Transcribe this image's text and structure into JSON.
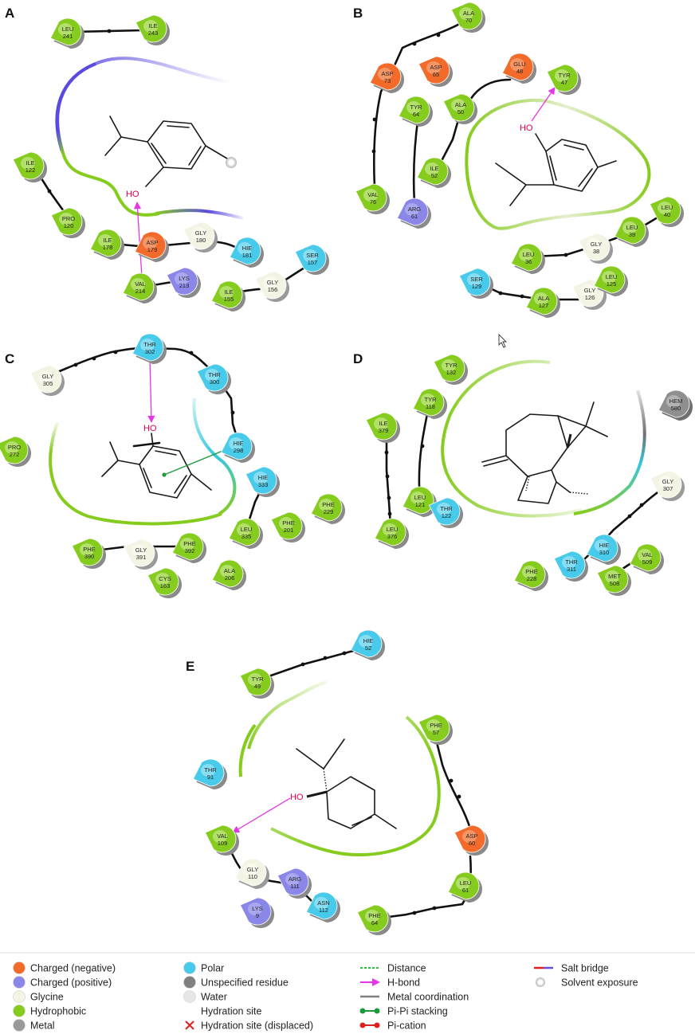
{
  "panels": {
    "A": {
      "letter": "A",
      "ho_label": "HO",
      "residues": [
        {
          "key": "leu241",
          "name": "LEU",
          "num": "241",
          "type": "hydrophobic"
        },
        {
          "key": "ile243",
          "name": "ILE",
          "num": "243",
          "type": "hydrophobic"
        },
        {
          "key": "ile122",
          "name": "ILE",
          "num": "122",
          "type": "hydrophobic"
        },
        {
          "key": "pro120",
          "name": "PRO",
          "num": "120",
          "type": "hydrophobic"
        },
        {
          "key": "ile178",
          "name": "ILE",
          "num": "178",
          "type": "hydrophobic"
        },
        {
          "key": "asp179",
          "name": "ASP",
          "num": "179",
          "type": "negative"
        },
        {
          "key": "gly180",
          "name": "GLY",
          "num": "180",
          "type": "glycine"
        },
        {
          "key": "hie181",
          "name": "HIE",
          "num": "181",
          "type": "polar"
        },
        {
          "key": "ser157",
          "name": "SER",
          "num": "157",
          "type": "polar"
        },
        {
          "key": "val214",
          "name": "VAL",
          "num": "214",
          "type": "hydrophobic"
        },
        {
          "key": "lys213",
          "name": "LYS",
          "num": "213",
          "type": "positive"
        },
        {
          "key": "ile155",
          "name": "ILE",
          "num": "155",
          "type": "hydrophobic"
        },
        {
          "key": "gly156",
          "name": "GLY",
          "num": "156",
          "type": "glycine"
        }
      ]
    },
    "B": {
      "letter": "B",
      "ho_label": "HO",
      "residues": [
        {
          "key": "ala70",
          "name": "ALA",
          "num": "70",
          "type": "hydrophobic"
        },
        {
          "key": "asp73",
          "name": "ASP",
          "num": "73",
          "type": "negative"
        },
        {
          "key": "asp65",
          "name": "ASP",
          "num": "65",
          "type": "negative"
        },
        {
          "key": "glu48",
          "name": "GLU",
          "num": "48",
          "type": "negative"
        },
        {
          "key": "tyr47",
          "name": "TYR",
          "num": "47",
          "type": "hydrophobic"
        },
        {
          "key": "tyr64",
          "name": "TYR",
          "num": "64",
          "type": "hydrophobic"
        },
        {
          "key": "ala50",
          "name": "ALA",
          "num": "50",
          "type": "hydrophobic"
        },
        {
          "key": "ile52",
          "name": "ILE",
          "num": "52",
          "type": "hydrophobic"
        },
        {
          "key": "val76",
          "name": "VAL",
          "num": "76",
          "type": "hydrophobic"
        },
        {
          "key": "arg61",
          "name": "ARG",
          "num": "61",
          "type": "positive"
        },
        {
          "key": "leu40",
          "name": "LEU",
          "num": "40",
          "type": "hydrophobic"
        },
        {
          "key": "leu39",
          "name": "LEU",
          "num": "39",
          "type": "hydrophobic"
        },
        {
          "key": "gly38",
          "name": "GLY",
          "num": "38",
          "type": "glycine"
        },
        {
          "key": "leu36",
          "name": "LEU",
          "num": "36",
          "type": "hydrophobic"
        },
        {
          "key": "ser129",
          "name": "SER",
          "num": "129",
          "type": "polar"
        },
        {
          "key": "ala127",
          "name": "ALA",
          "num": "127",
          "type": "hydrophobic"
        },
        {
          "key": "gly126",
          "name": "GLY",
          "num": "126",
          "type": "glycine"
        },
        {
          "key": "leu125",
          "name": "LEU",
          "num": "125",
          "type": "hydrophobic"
        }
      ]
    },
    "C": {
      "letter": "C",
      "ho_label": "HO",
      "residues": [
        {
          "key": "thr302",
          "name": "THR",
          "num": "302",
          "type": "polar"
        },
        {
          "key": "gly305",
          "name": "GLY",
          "num": "305",
          "type": "glycine"
        },
        {
          "key": "thr300",
          "name": "THR",
          "num": "300",
          "type": "polar"
        },
        {
          "key": "pro272",
          "name": "PRO",
          "num": "272",
          "type": "hydrophobic"
        },
        {
          "key": "hie298",
          "name": "HIE",
          "num": "298",
          "type": "polar"
        },
        {
          "key": "hie333",
          "name": "HIE",
          "num": "333",
          "type": "polar"
        },
        {
          "key": "phe229",
          "name": "PHE",
          "num": "229",
          "type": "hydrophobic"
        },
        {
          "key": "phe201",
          "name": "PHE",
          "num": "201",
          "type": "hydrophobic"
        },
        {
          "key": "leu335",
          "name": "LEU",
          "num": "335",
          "type": "hydrophobic"
        },
        {
          "key": "phe390",
          "name": "PHE",
          "num": "390",
          "type": "hydrophobic"
        },
        {
          "key": "gly391",
          "name": "GLY",
          "num": "391",
          "type": "glycine"
        },
        {
          "key": "phe392",
          "name": "PHE",
          "num": "392",
          "type": "hydrophobic"
        },
        {
          "key": "cys163",
          "name": "CYS",
          "num": "163",
          "type": "hydrophobic"
        },
        {
          "key": "ala206",
          "name": "ALA",
          "num": "206",
          "type": "hydrophobic"
        }
      ]
    },
    "D": {
      "letter": "D",
      "residues": [
        {
          "key": "tyr132",
          "name": "TYR",
          "num": "132",
          "type": "hydrophobic"
        },
        {
          "key": "tyr118",
          "name": "TYR",
          "num": "118",
          "type": "hydrophobic"
        },
        {
          "key": "ile379",
          "name": "ILE",
          "num": "379",
          "type": "hydrophobic"
        },
        {
          "key": "hem580",
          "name": "HEM",
          "num": "580",
          "type": "unspecified"
        },
        {
          "key": "gly307",
          "name": "GLY",
          "num": "307",
          "type": "glycine"
        },
        {
          "key": "leu121",
          "name": "LEU",
          "num": "121",
          "type": "hydrophobic"
        },
        {
          "key": "thr122",
          "name": "THR",
          "num": "122",
          "type": "polar"
        },
        {
          "key": "leu376",
          "name": "LEU",
          "num": "376",
          "type": "hydrophobic"
        },
        {
          "key": "hie310",
          "name": "HIE",
          "num": "310",
          "type": "polar"
        },
        {
          "key": "thr311",
          "name": "THR",
          "num": "311",
          "type": "polar"
        },
        {
          "key": "val509",
          "name": "VAL",
          "num": "509",
          "type": "hydrophobic"
        },
        {
          "key": "met508",
          "name": "MET",
          "num": "508",
          "type": "hydrophobic"
        },
        {
          "key": "phe228",
          "name": "PHE",
          "num": "228",
          "type": "hydrophobic"
        }
      ]
    },
    "E": {
      "letter": "E",
      "ho_label": "HO",
      "residues": [
        {
          "key": "hie52",
          "name": "HIE",
          "num": "52",
          "type": "polar"
        },
        {
          "key": "tyr49",
          "name": "TYR",
          "num": "49",
          "type": "hydrophobic"
        },
        {
          "key": "phe57",
          "name": "PHE",
          "num": "57",
          "type": "hydrophobic"
        },
        {
          "key": "thr91",
          "name": "THR",
          "num": "91",
          "type": "polar"
        },
        {
          "key": "val109",
          "name": "VAL",
          "num": "109",
          "type": "hydrophobic"
        },
        {
          "key": "gly110",
          "name": "GLY",
          "num": "110",
          "type": "glycine"
        },
        {
          "key": "arg111",
          "name": "ARG",
          "num": "111",
          "type": "positive"
        },
        {
          "key": "asp60",
          "name": "ASP",
          "num": "60",
          "type": "negative"
        },
        {
          "key": "leu61",
          "name": "LEU",
          "num": "61",
          "type": "hydrophobic"
        },
        {
          "key": "lys9",
          "name": "LYS",
          "num": "9",
          "type": "positive"
        },
        {
          "key": "asn112",
          "name": "ASN",
          "num": "112",
          "type": "polar"
        },
        {
          "key": "phe64",
          "name": "PHE",
          "num": "64",
          "type": "hydrophobic"
        }
      ]
    }
  },
  "residue_colors": {
    "negative": {
      "fill": "#f26b2a",
      "light": "#f7a880",
      "shadow": "#8a8a8a"
    },
    "positive": {
      "fill": "#8a87e8",
      "light": "#b7b5f2",
      "shadow": "#8a8a8a"
    },
    "glycine": {
      "fill": "#f4f4e4",
      "light": "#fbfbf2",
      "shadow": "#9a9a9a"
    },
    "hydrophobic": {
      "fill": "#86cc1f",
      "light": "#c4e88a",
      "shadow": "#8a8a8a"
    },
    "polar": {
      "fill": "#48cbea",
      "light": "#a3e6f5",
      "shadow": "#8a8a8a"
    },
    "unspecified": {
      "fill": "#8f8f8f",
      "light": "#c2c2c2",
      "shadow": "#6f6f6f"
    }
  },
  "interaction_colors": {
    "hbond": "#e535e5",
    "pipi": "#1f9a3a",
    "pocket_green": "#86cc1f",
    "pocket_blue": "#5a4be0",
    "pocket_cyan": "#36c8e0"
  },
  "legend": {
    "col1": [
      {
        "label": "Charged (negative)",
        "icon": "circle",
        "color": "#f26b2a"
      },
      {
        "label": "Charged (positive)",
        "icon": "circle",
        "color": "#8a87e8"
      },
      {
        "label": "Glycine",
        "icon": "circle",
        "color": "#f4f4e4"
      },
      {
        "label": "Hydrophobic",
        "icon": "circle",
        "color": "#86cc1f"
      },
      {
        "label": "Metal",
        "icon": "circle",
        "color": "#9a9a9a"
      }
    ],
    "col2": [
      {
        "label": "Polar",
        "icon": "circle",
        "color": "#48cbea"
      },
      {
        "label": "Unspecified residue",
        "icon": "circle",
        "color": "#808080"
      },
      {
        "label": "Water",
        "icon": "circle",
        "color": "#e6e6e6"
      },
      {
        "label": "Hydration site",
        "icon": "none",
        "color": ""
      },
      {
        "label": "Hydration site (displaced)",
        "icon": "x",
        "color": "#e02020"
      }
    ],
    "col3": [
      {
        "label": "Distance",
        "icon": "dash",
        "color": "#2bbf3a"
      },
      {
        "label": "H-bond",
        "icon": "arrow",
        "color": "#e535e5"
      },
      {
        "label": "Metal coordination",
        "icon": "line",
        "color": "#808080"
      },
      {
        "label": "Pi-Pi stacking",
        "icon": "dotline",
        "color": "#1f9a3a"
      },
      {
        "label": "Pi-cation",
        "icon": "dotline",
        "color": "#e02020"
      }
    ],
    "col4": [
      {
        "label": "Salt bridge",
        "icon": "gradline",
        "color": "#6a4bd8"
      },
      {
        "label": "Solvent exposure",
        "icon": "ring",
        "color": "#bbbbbb"
      }
    ]
  }
}
